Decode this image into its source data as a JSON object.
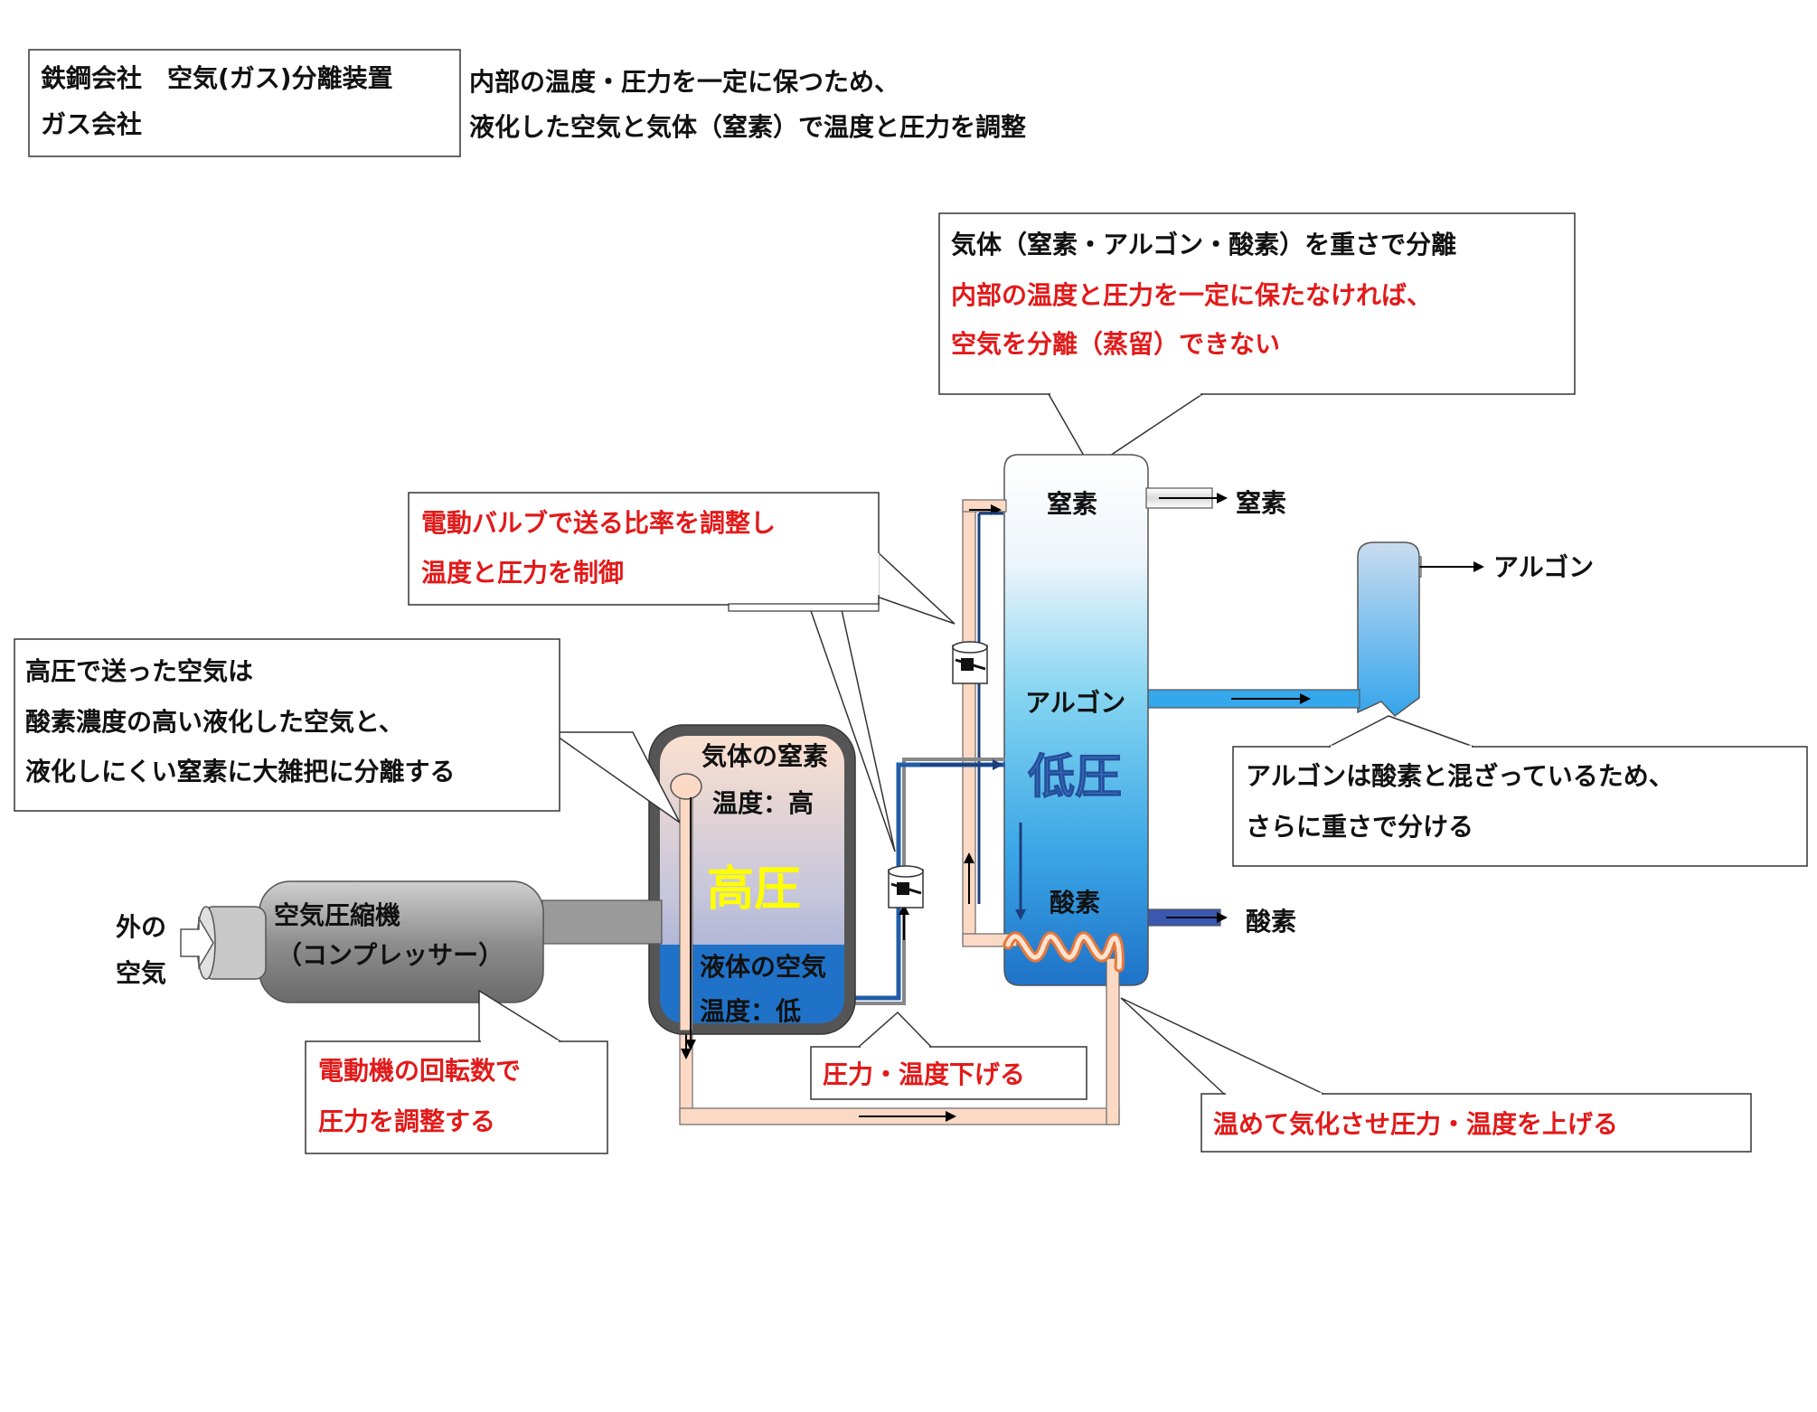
{
  "header": {
    "left_line1": "鉄鋼会社　空気(ガス)分離装置",
    "left_line2": "ガス会社",
    "right_line1": "内部の温度・圧力を一定に保つため、",
    "right_line2": "液化した空気と気体（窒素）で温度と圧力を調整"
  },
  "callouts": {
    "column_top": {
      "line1": "気体（窒素・アルゴン・酸素）を重さで分離",
      "line2": "内部の温度と圧力を一定に保たなければ、",
      "line3": "空気を分離（蒸留）できない"
    },
    "valve": {
      "line1": "電動バルブで送る比率を調整し",
      "line2": "温度と圧力を制御"
    },
    "high_pressure": {
      "line1": "高圧で送った空気は",
      "line2": "酸素濃度の高い液化した空気と、",
      "line3": "液化しにくい窒素に大雑把に分離する"
    },
    "argon": {
      "line1": "アルゴンは酸素と混ざっているため、",
      "line2": "さらに重さで分ける"
    },
    "motor": {
      "line1": "電動機の回転数で",
      "line2": "圧力を調整する"
    },
    "pressure_down": "圧力・温度下げる",
    "warm_up": "温めて気化させ圧力・温度を上げる"
  },
  "compressor": {
    "label1": "空気圧縮機",
    "label2": "（コンプレッサー）",
    "inlet_line1": "外の",
    "inlet_line2": "空気"
  },
  "vessel": {
    "gas_label": "気体の窒素",
    "gas_temp": "温度：高",
    "pressure": "高圧",
    "liquid_label": "液体の空気",
    "liquid_temp": "温度：低"
  },
  "column": {
    "top_label": "窒素",
    "mid_label": "アルゴン",
    "pressure": "低圧",
    "bottom_label": "酸素"
  },
  "outputs": {
    "nitrogen": "窒素",
    "argon": "アルゴン",
    "oxygen": "酸素"
  },
  "colors": {
    "accent_red": "#e21a1a",
    "high_pressure_text": "#ffff00",
    "low_pressure_text": "#3a6fc4",
    "liquid_blue": "#1f72c8",
    "pipe_orange": "#fbd9c4"
  }
}
